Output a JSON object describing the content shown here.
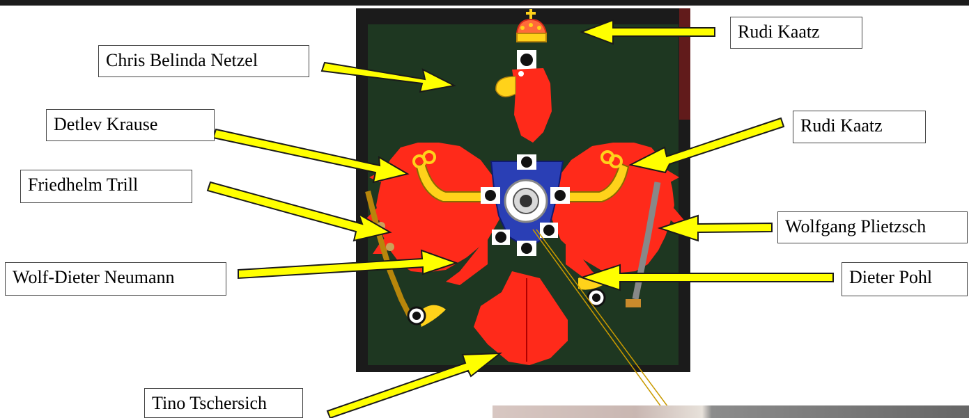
{
  "image": {
    "subject": "red-eagle-coat-of-arms-board",
    "colors": {
      "board_frame": "#1b1b1b",
      "board_felt": "#1f3b22",
      "eagle_red": "#ff2a1a",
      "eagle_dark": "#b00000",
      "accent_yellow": "#ffd21a",
      "shield_blue": "#2a3fb5",
      "arrow_yellow": "#ffff00",
      "arrow_outline": "#1a1a1a",
      "label_border": "#444444"
    }
  },
  "labels": {
    "rudi_top": "Rudi Kaatz",
    "chris": "Chris Belinda Netzel",
    "detlev": "Detlev Krause",
    "rudi_right": "Rudi Kaatz",
    "friedhelm": "Friedhelm Trill",
    "wolfgang": "Wolfgang Plietzsch",
    "wolf_dieter": "Wolf-Dieter Neumann",
    "dieter": "Dieter Pohl",
    "tino": "Tino Tschersich"
  }
}
